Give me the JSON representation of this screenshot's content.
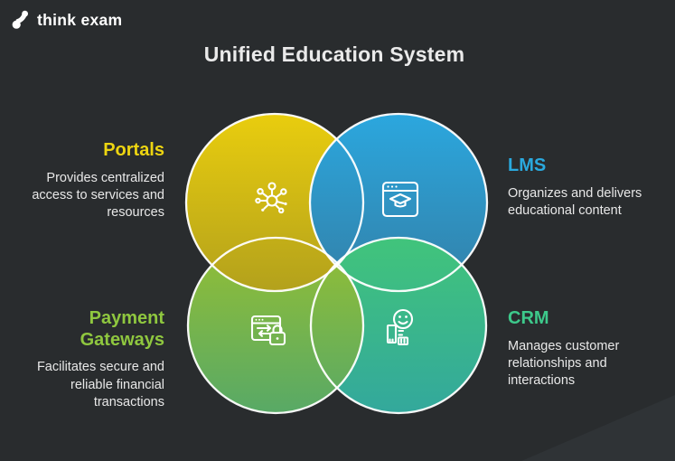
{
  "brand": {
    "logo_text": "think exam"
  },
  "title": "Unified Education System",
  "sections": [
    {
      "id": "portals",
      "label": "Portals",
      "description": "Provides centralized access to services and resources",
      "label_color": "#edd511",
      "icon": "network-hub-icon"
    },
    {
      "id": "lms",
      "label": "LMS",
      "description": "Organizes and delivers educational content",
      "label_color": "#2aa9de",
      "icon": "browser-graduation-cap-icon"
    },
    {
      "id": "payment",
      "label": "Payment Gateways",
      "description": "Facilitates secure and reliable financial transactions",
      "label_color": "#8fc73f",
      "icon": "browser-transfer-lock-icon"
    },
    {
      "id": "crm",
      "label": "CRM",
      "description": "Manages customer relationships and interactions",
      "label_color": "#3dc98b",
      "icon": "smiley-invoice-icon"
    }
  ],
  "venn": {
    "outline_color": "#ffffff",
    "circle_colors": {
      "portals_top": "#e9cd0e",
      "portals_bottom": "#b3a11c",
      "lms_top": "#2ba7de",
      "lms_bottom": "#3380a8",
      "payment_top": "#95bf33",
      "payment_bottom": "#58a966",
      "crm_top": "#41c47b",
      "crm_bottom": "#33a89c"
    }
  },
  "background_color": "#292c2e",
  "corner_accent_color": "#2f3336"
}
